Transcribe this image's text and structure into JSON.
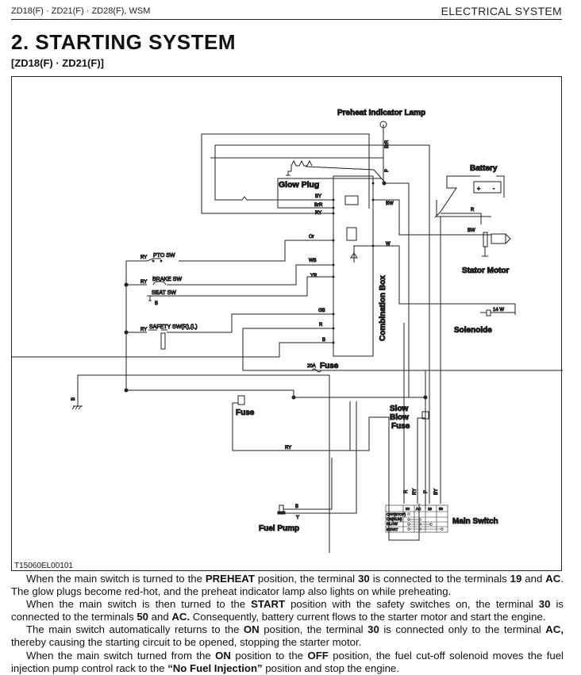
{
  "header": {
    "models": "ZD18(F) · ZD21(F) · ZD28(F), WSM",
    "section": "ELECTRICAL SYSTEM"
  },
  "title": "2.  STARTING SYSTEM",
  "subtitle": "[ZD18(F) · ZD21(F)]",
  "diagram": {
    "figure_id": "T15060EL00101",
    "components": {
      "preheat_lamp": "Preheat Indicator Lamp",
      "glow_plug": "Glow Plug",
      "battery": "Battery",
      "battery_plus": "+",
      "battery_minus": "-",
      "starter_motor": "Stator Motor",
      "combination_box": "Combination Box",
      "solenoid": "Solenoide",
      "solenoid_rating": "14 W",
      "fuse_20a_rating": "20A",
      "fuse_20a": "Fuse",
      "fuse_small": "Fuse",
      "slow_blow_fuse_1": "Slow",
      "slow_blow_fuse_2": "Blow",
      "slow_blow_fuse_3": "Fuse",
      "fuel_pump": "Fuel Pump",
      "main_switch": "Main Switch"
    },
    "switches": {
      "pto": "PTO SW",
      "brake": "BRAKE SW",
      "seat": "SEAT SW",
      "safety": "SAFETY SW(R),(L)"
    },
    "wire_labels": {
      "by": "BY",
      "brr": "BrR",
      "ry": "RY",
      "bw": "BW",
      "or": "Or",
      "wb": "WB",
      "yr": "YR",
      "gb": "GB",
      "r": "R",
      "b": "B",
      "w": "W",
      "y": "Y",
      "p": "P",
      "lamp_wire": "BrR",
      "lamp_wire2": "P",
      "pto_ry": "RY",
      "brake_ry": "RY",
      "seat_b": "B",
      "safety_ry": "RY",
      "ground_b": "B",
      "fuse_ry": "RY",
      "pump_b": "B",
      "pump_y": "Y",
      "ms_r": "R",
      "ms_ry": "RY",
      "ms_p": "P",
      "ms_by": "BY",
      "starter_r": "R",
      "starter_bw": "BW"
    },
    "main_switch_table": {
      "columns": [
        "30",
        "AC",
        "19",
        "50"
      ],
      "rows": [
        "OFF(STOP)",
        "ON(RUN)",
        "GLOW",
        "START"
      ]
    }
  },
  "body": {
    "paragraphs": [
      [
        {
          "t": "When the main switch is turned to the ",
          "b": false
        },
        {
          "t": "PREHEAT",
          "b": true
        },
        {
          "t": " position, the terminal ",
          "b": false
        },
        {
          "t": "30",
          "b": true
        },
        {
          "t": " is connected to the terminals ",
          "b": false
        },
        {
          "t": "19",
          "b": true
        },
        {
          "t": " and ",
          "b": false
        },
        {
          "t": "AC",
          "b": true
        },
        {
          "t": ".  The glow plugs become red-hot, and the preheat indicator lamp also lights on while preheating.",
          "b": false
        }
      ],
      [
        {
          "t": "When the main switch is then turned to the ",
          "b": false
        },
        {
          "t": "START",
          "b": true
        },
        {
          "t": " position with the safety switches on, the terminal ",
          "b": false
        },
        {
          "t": "30",
          "b": true
        },
        {
          "t": " is connected to the terminals ",
          "b": false
        },
        {
          "t": "50",
          "b": true
        },
        {
          "t": " and ",
          "b": false
        },
        {
          "t": "AC.",
          "b": true
        },
        {
          "t": "  Consequently, battery current flows to the starter motor and start the engine.",
          "b": false
        }
      ],
      [
        {
          "t": "The main switch automatically returns to the ",
          "b": false
        },
        {
          "t": "ON",
          "b": true
        },
        {
          "t": " position, the terminal ",
          "b": false
        },
        {
          "t": "30",
          "b": true
        },
        {
          "t": " is connected only to the terminal ",
          "b": false
        },
        {
          "t": "AC,",
          "b": true
        },
        {
          "t": " thereby causing the starting circuit to be opened, stopping the starter motor.",
          "b": false
        }
      ],
      [
        {
          "t": "When the main switch turned from the ",
          "b": false
        },
        {
          "t": "ON",
          "b": true
        },
        {
          "t": " position to the ",
          "b": false
        },
        {
          "t": "OFF",
          "b": true
        },
        {
          "t": " position, the fuel cut-off solenoid moves the fuel injection pump control rack to the ",
          "b": false
        },
        {
          "t": "“No Fuel Injection”",
          "b": true
        },
        {
          "t": " position and stop the engine.",
          "b": false
        }
      ]
    ]
  }
}
